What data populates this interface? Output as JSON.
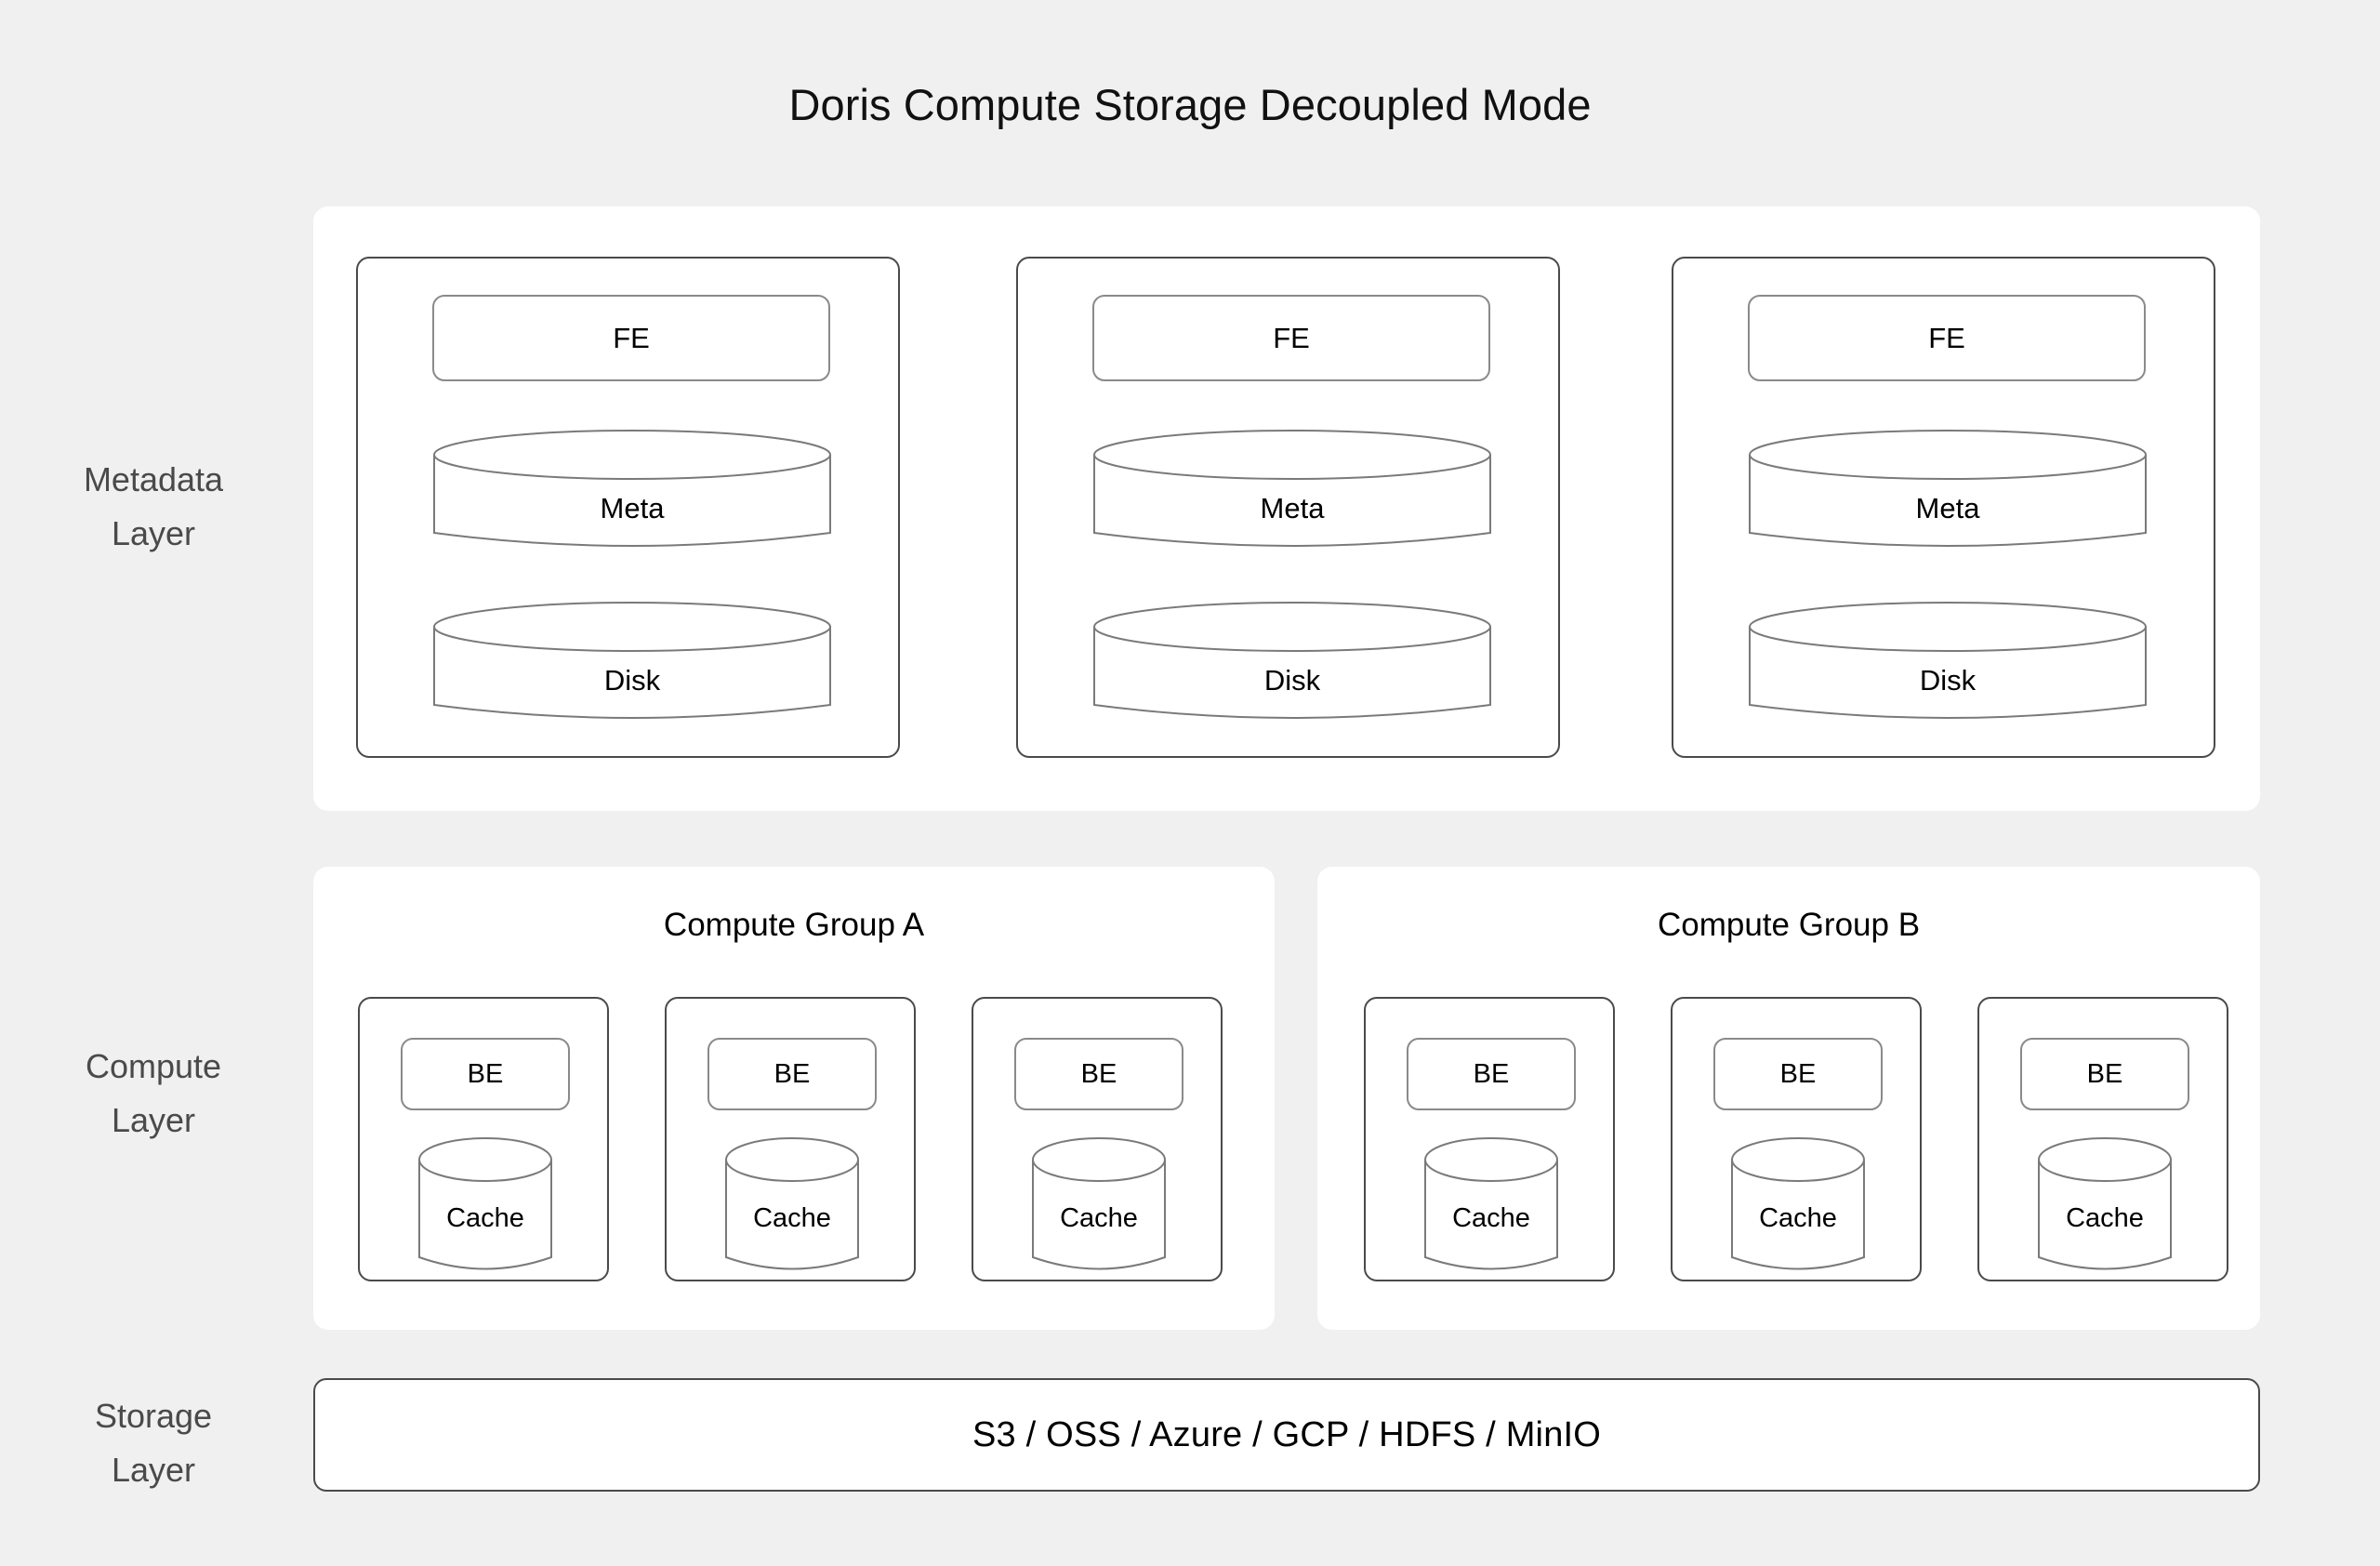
{
  "title": "Doris Compute Storage Decoupled Mode",
  "colors": {
    "background": "#f0f0f0",
    "panel": "#ffffff",
    "node_border": "#4a4a4a",
    "unit_border": "#8a8a8a",
    "cylinder_stroke": "#7a7a7a",
    "layer_label": "#4a4a4a",
    "text": "#000000"
  },
  "layers": [
    {
      "id": "metadata",
      "label_line1": "Metadata",
      "label_line2": "Layer"
    },
    {
      "id": "compute",
      "label_line1": "Compute",
      "label_line2": "Layer"
    },
    {
      "id": "storage",
      "label_line1": "Storage",
      "label_line2": "Layer"
    }
  ],
  "metadata_layer": {
    "nodes": [
      {
        "fe": "FE",
        "meta": "Meta",
        "disk": "Disk"
      },
      {
        "fe": "FE",
        "meta": "Meta",
        "disk": "Disk"
      },
      {
        "fe": "FE",
        "meta": "Meta",
        "disk": "Disk"
      }
    ]
  },
  "compute_layer": {
    "groups": [
      {
        "title": "Compute Group A",
        "nodes": [
          {
            "be": "BE",
            "cache": "Cache"
          },
          {
            "be": "BE",
            "cache": "Cache"
          },
          {
            "be": "BE",
            "cache": "Cache"
          }
        ]
      },
      {
        "title": "Compute Group B",
        "nodes": [
          {
            "be": "BE",
            "cache": "Cache"
          },
          {
            "be": "BE",
            "cache": "Cache"
          },
          {
            "be": "BE",
            "cache": "Cache"
          }
        ]
      }
    ]
  },
  "storage_layer": {
    "backends_text": "S3 / OSS / Azure / GCP / HDFS / MinIO",
    "backends": [
      "S3",
      "OSS",
      "Azure",
      "GCP",
      "HDFS",
      "MinIO"
    ]
  }
}
